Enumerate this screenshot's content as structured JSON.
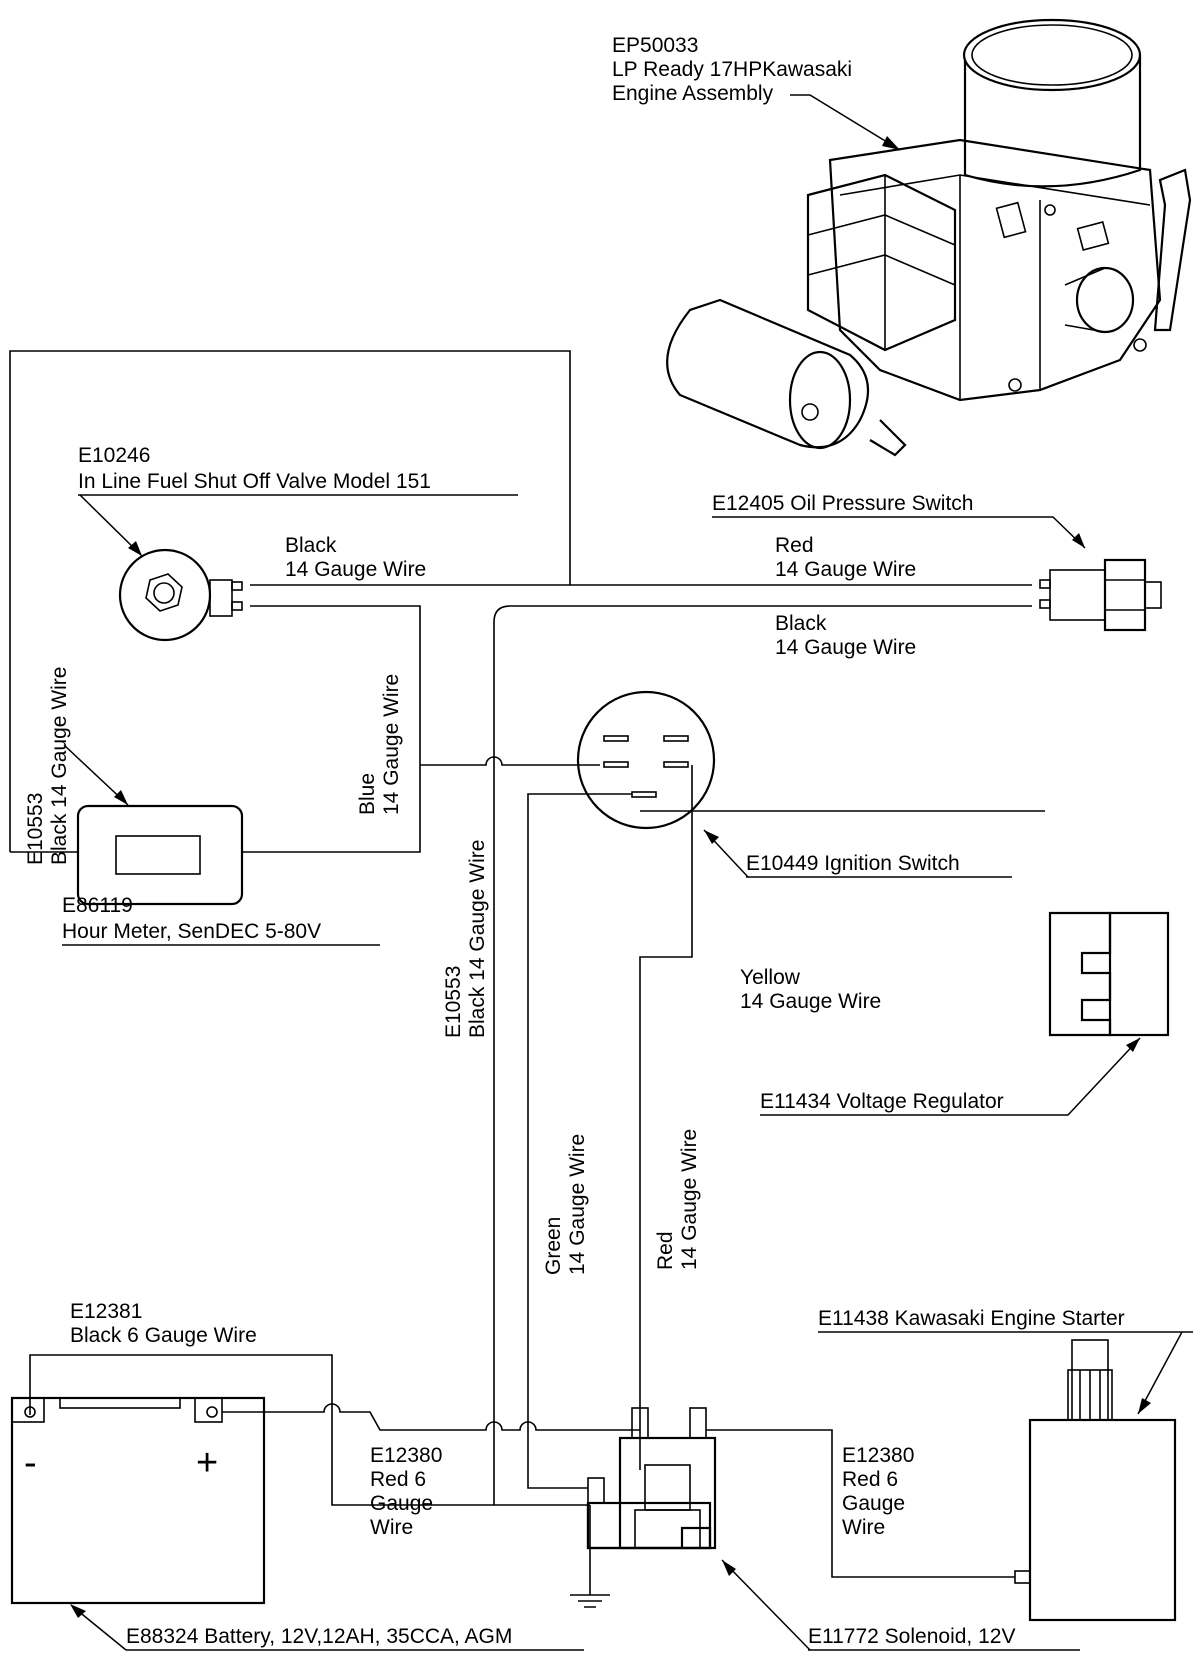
{
  "components": {
    "engine": {
      "part": "EP50033",
      "line1": "LP Ready 17HPKawasaki",
      "line2": "Engine Assembly"
    },
    "fuel_valve": {
      "part": "E10246",
      "desc": "In Line Fuel Shut Off Valve Model 151"
    },
    "oil_switch": {
      "label": "E12405 Oil Pressure Switch"
    },
    "ignition": {
      "label": "E10449 Ignition Switch"
    },
    "hour_meter": {
      "part": "E86119",
      "desc": "Hour Meter, SenDEC 5-80V"
    },
    "regulator": {
      "label": "E11434 Voltage Regulator"
    },
    "starter": {
      "label": "E11438 Kawasaki Engine Starter"
    },
    "battery": {
      "label": "E88324 Battery, 12V,12AH, 35CCA, AGM",
      "minus": "-",
      "plus": "+"
    },
    "solenoid": {
      "label": "E11772 Solenoid, 12V"
    }
  },
  "wires": {
    "valve_black": {
      "l1": "Black",
      "l2": "14 Gauge Wire"
    },
    "oil_red": {
      "l1": "Red",
      "l2": "14 Gauge Wire"
    },
    "oil_black": {
      "l1": "Black",
      "l2": "14 Gauge Wire"
    },
    "left_black": {
      "l1": "E10553",
      "l2": "Black 14 Gauge Wire"
    },
    "blue": {
      "l1": "Blue",
      "l2": "14 Gauge Wire"
    },
    "mid_black": {
      "l1": "E10553",
      "l2": "Black 14 Gauge Wire"
    },
    "yellow": {
      "l1": "Yellow",
      "l2": "14 Gauge Wire"
    },
    "green": {
      "l1": "Green",
      "l2": "14 Gauge Wire"
    },
    "red_14": {
      "l1": "Red",
      "l2": "14 Gauge Wire"
    },
    "battery_black": {
      "l1": "E12381",
      "l2": "Black 6 Gauge Wire"
    },
    "red6_left": {
      "l1": "E12380",
      "l2": "Red 6",
      "l3": "Gauge",
      "l4": "Wire"
    },
    "red6_right": {
      "l1": "E12380",
      "l2": "Red 6",
      "l3": "Gauge",
      "l4": "Wire"
    }
  }
}
